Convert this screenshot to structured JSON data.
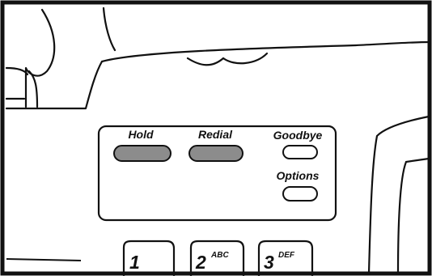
{
  "buttons": {
    "hold": {
      "label": "Hold",
      "style": "filled"
    },
    "redial": {
      "label": "Redial",
      "style": "filled"
    },
    "goodbye": {
      "label": "Goodbye",
      "style": "outline"
    },
    "options": {
      "label": "Options",
      "style": "outline"
    }
  },
  "keypad": {
    "keys": [
      {
        "digit": "1",
        "letters": ""
      },
      {
        "digit": "2",
        "letters": "ABC"
      },
      {
        "digit": "3",
        "letters": "DEF"
      }
    ]
  },
  "colors": {
    "line": "#111111",
    "button_fill": "#8c8c8c",
    "background": "#ffffff"
  }
}
